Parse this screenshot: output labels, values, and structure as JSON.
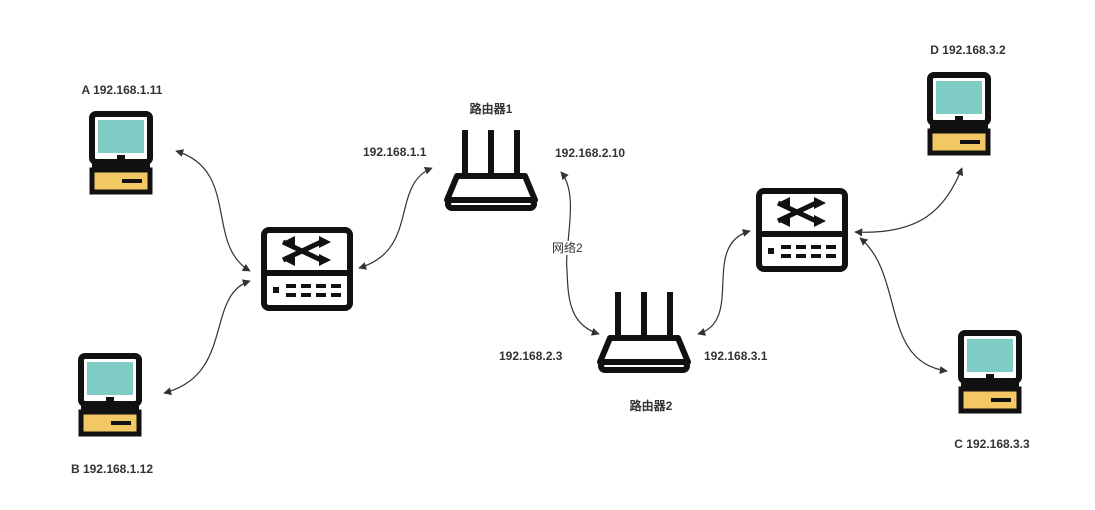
{
  "colors": {
    "screen": "#7eccc3",
    "base": "#f2c865",
    "stroke": "#111111",
    "line": "#333333",
    "label": "#333333"
  },
  "icons": {
    "computer": "computer-icon",
    "switch": "network-switch-icon",
    "router": "router-icon"
  },
  "nodes": {
    "pc_a": {
      "label": "A 192.168.1.11"
    },
    "pc_b": {
      "label": "B 192.168.1.12"
    },
    "pc_c": {
      "label": "C 192.168.3.3"
    },
    "pc_d": {
      "label": "D 192.168.3.2"
    },
    "router1": {
      "label": "路由器1",
      "ip_left": "192.168.1.1",
      "ip_right": "192.168.2.10"
    },
    "router2": {
      "label": "路由器2",
      "ip_left": "192.168.2.3",
      "ip_right": "192.168.3.1"
    }
  },
  "edges": {
    "network2": {
      "label": "网络2"
    }
  }
}
